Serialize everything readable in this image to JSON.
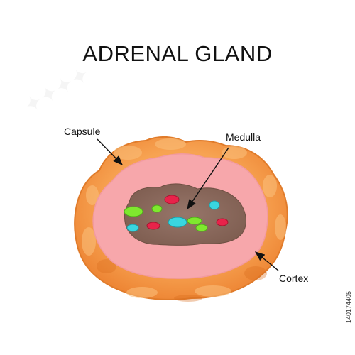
{
  "title": "ADRENAL GLAND",
  "labels": {
    "capsule": "Capsule",
    "medulla": "Medulla",
    "cortex": "Cortex"
  },
  "stock_id": "140174405",
  "colors": {
    "capsule": "#f59a45",
    "capsule_highlight": "#fbc17d",
    "capsule_shadow": "#e07b2a",
    "cortex": "#f7a7ab",
    "medulla": "#8c6a5b",
    "cell_green": "#7fe82e",
    "cell_red": "#e8234a",
    "cell_cyan": "#39d6e0"
  }
}
